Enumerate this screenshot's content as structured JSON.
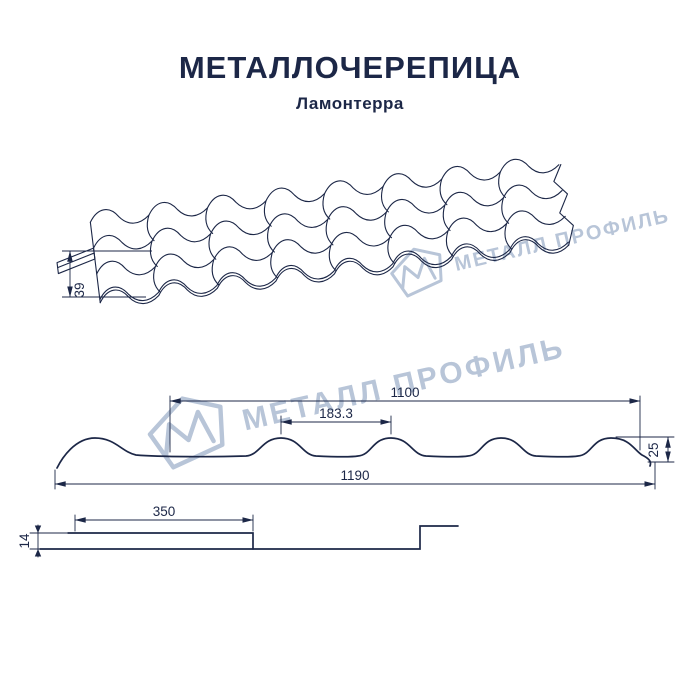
{
  "header": {
    "title": "МЕТАЛЛОЧЕРЕПИЦА",
    "subtitle": "Ламонтерра"
  },
  "watermark": {
    "text": "МЕТАЛЛ ПРОФИЛЬ"
  },
  "colors": {
    "line": "#1c2747",
    "watermark": "#b8c5d8",
    "background": "#ffffff"
  },
  "dims": {
    "persp_height": "39",
    "cover_width": "1100",
    "wave_step": "183.3",
    "profile_height": "25",
    "full_width": "1190",
    "module_length": "350",
    "step_height": "14"
  }
}
